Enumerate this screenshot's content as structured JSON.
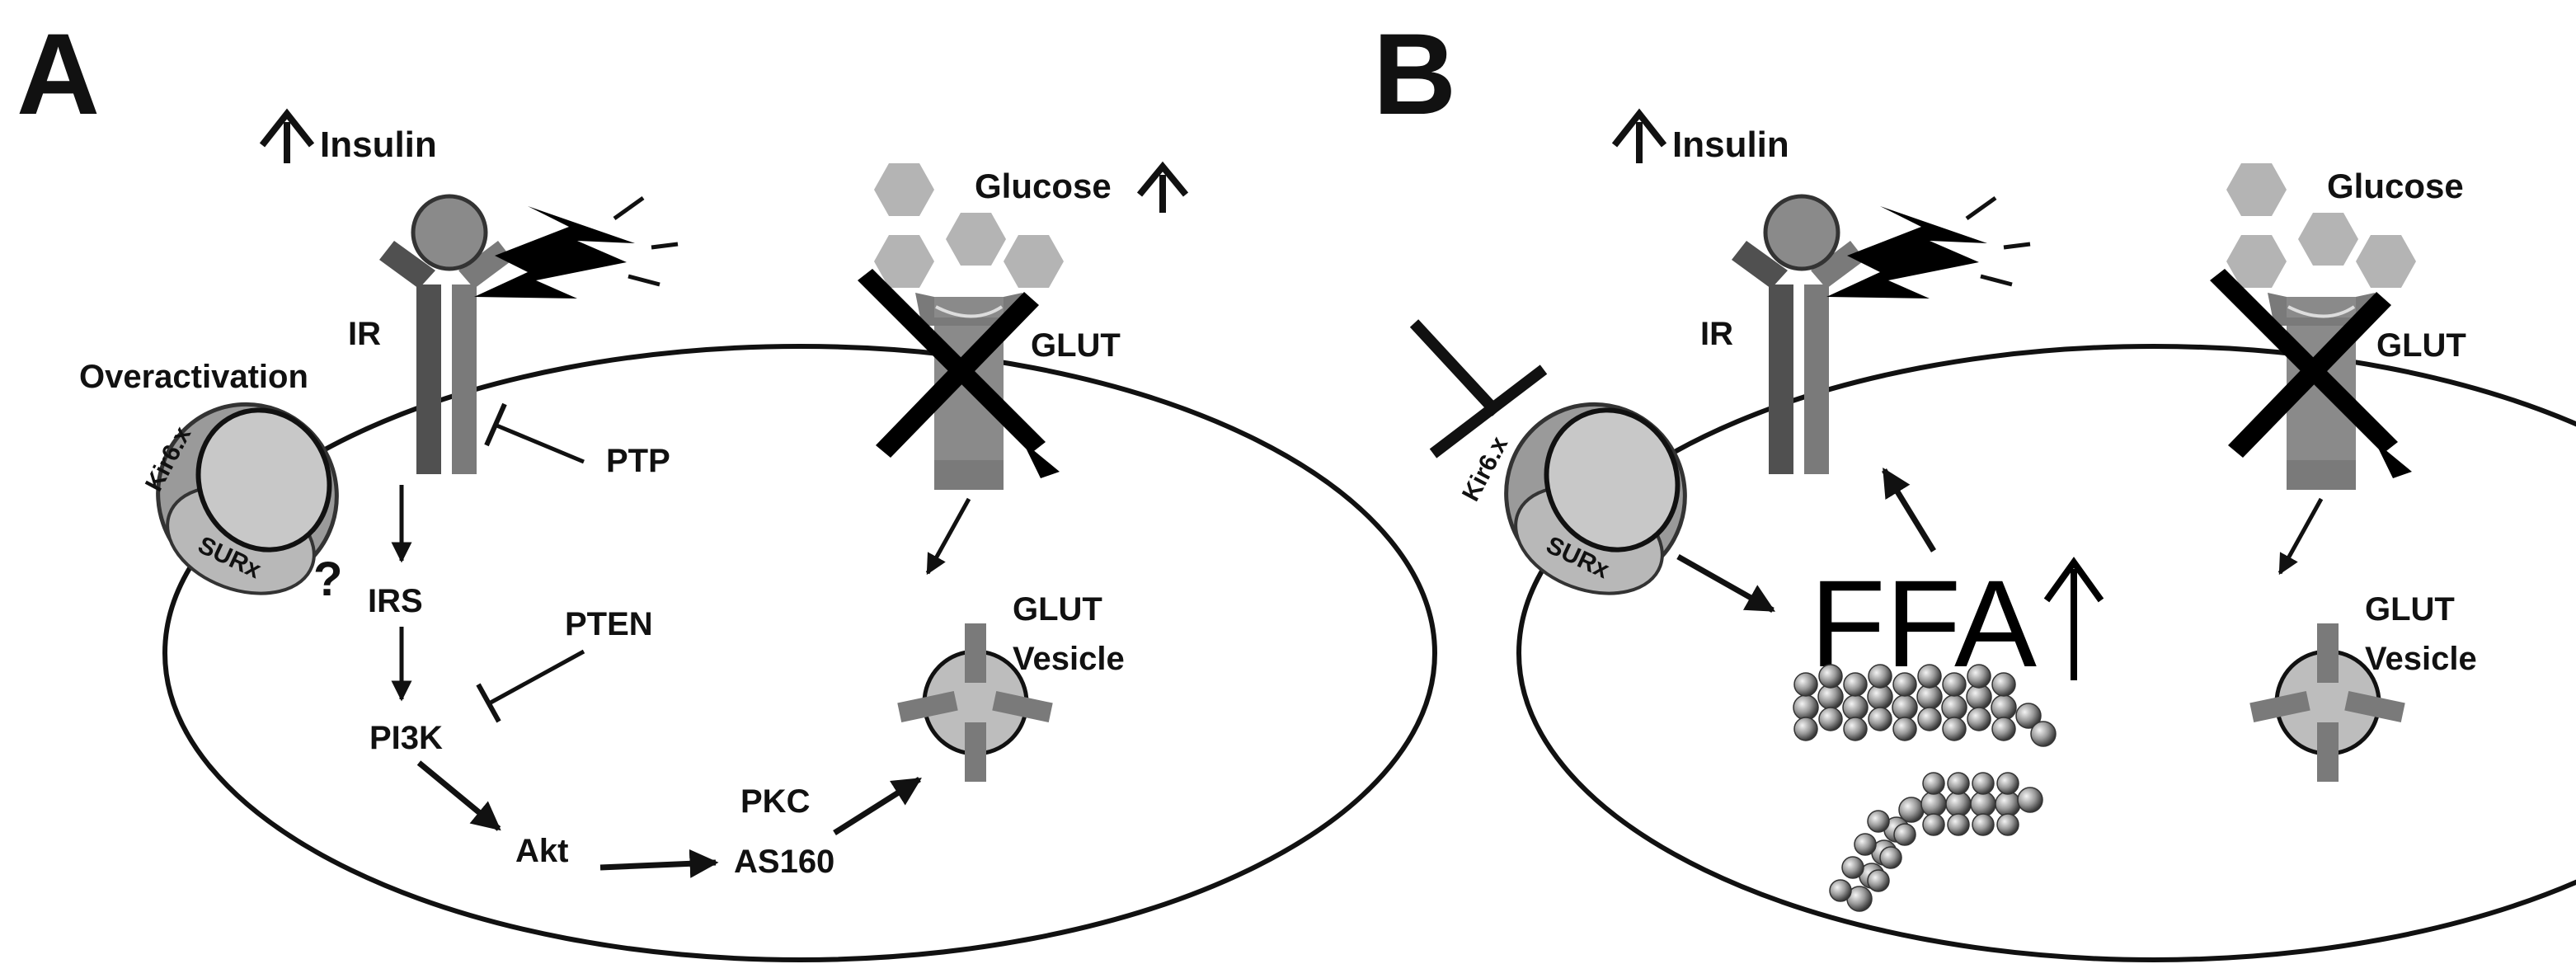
{
  "colors": {
    "background": "#ffffff",
    "ink": "#111111",
    "receptor_dark": "#505050",
    "receptor_mid": "#7a7a7a",
    "ligand_fill": "#8a8a8a",
    "glucose": "#b4b4b4",
    "channel_light": "#c8c8c8",
    "vesicle": "#bdbdbd"
  },
  "panel_a": {
    "letter": "A",
    "insulin": "Insulin",
    "glucose": "Glucose",
    "ir": "IR",
    "glut": "GLUT",
    "overactivation": "Overactivation",
    "kir": "Kir6.x",
    "sur": "SURx",
    "question": "?",
    "ptp": "PTP",
    "irs": "IRS",
    "pten": "PTEN",
    "pi3k": "PI3K",
    "akt": "Akt",
    "pkc": "PKC",
    "as160": "AS160",
    "vesicle_line1": "GLUT",
    "vesicle_line2": "Vesicle"
  },
  "panel_b": {
    "letter": "B",
    "insulin": "Insulin",
    "glucose": "Glucose",
    "ir": "IR",
    "glut": "GLUT",
    "kir": "Kir6.x",
    "sur": "SURx",
    "ffa": "FFA",
    "vesicle_line1": "GLUT",
    "vesicle_line2": "Vesicle"
  }
}
